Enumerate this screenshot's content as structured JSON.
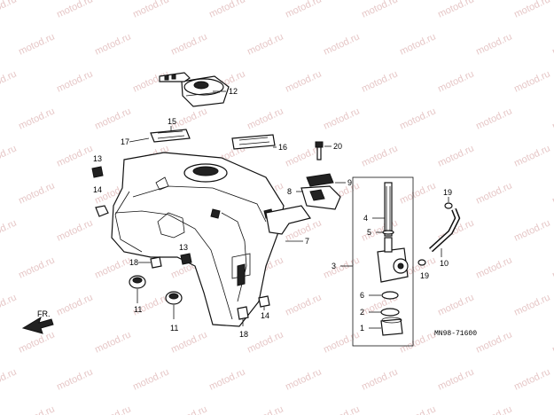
{
  "watermark": "motod.ru",
  "colors": {
    "line": "#111111",
    "watermark": "#e6c7c7",
    "background": "#ffffff"
  },
  "callouts": {
    "c1": "1",
    "c2": "2",
    "c3": "3",
    "c4": "4",
    "c5": "5",
    "c6": "6",
    "c7": "7",
    "c8": "8",
    "c9": "9",
    "c10": "10",
    "c11a": "11",
    "c11b": "11",
    "c12": "12",
    "c13a": "13",
    "c13b": "13",
    "c14a": "14",
    "c14b": "14",
    "c15": "15",
    "c16": "16",
    "c17": "17",
    "c18a": "18",
    "c18b": "18",
    "c19a": "19",
    "c19b": "19",
    "c20": "20"
  },
  "front_label": "FR.",
  "reference_code": "MN98-71600"
}
